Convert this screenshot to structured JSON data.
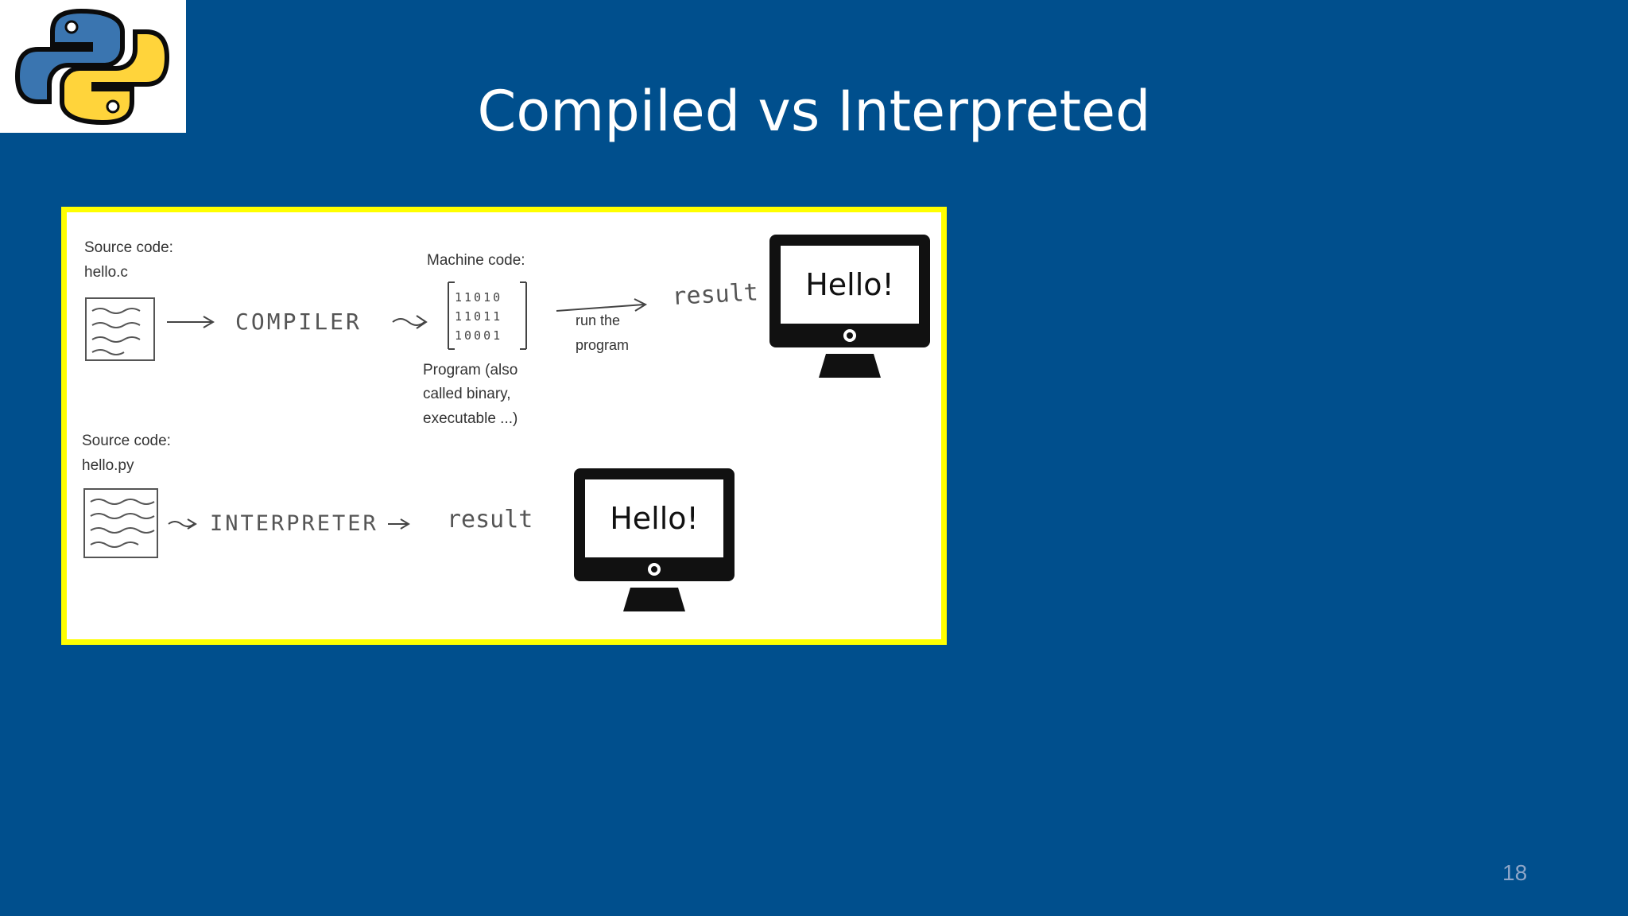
{
  "slide": {
    "title": "Compiled vs Interpreted",
    "page_number": "18"
  },
  "logo": {
    "icon": "python-logo-icon"
  },
  "diagram": {
    "compiled": {
      "source_label_line1": "Source code:",
      "source_label_line2": "hello.c",
      "compiler_label": "COMPILER",
      "machine_code_label": "Machine code:",
      "binary_lines": [
        "11010",
        "11011",
        "10001"
      ],
      "program_note_line1": "Program (also",
      "program_note_line2": "called binary,",
      "program_note_line3": "executable ...)",
      "run_note_line1": "run the",
      "run_note_line2": "program",
      "result_label": "result",
      "screen_text": "Hello!"
    },
    "interpreted": {
      "source_label_line1": "Source code:",
      "source_label_line2": "hello.py",
      "interpreter_label": "INTERPRETER",
      "result_label": "result",
      "screen_text": "Hello!"
    }
  },
  "colors": {
    "background": "#004f8d",
    "frame": "#ffff00",
    "python_blue": "#3a75b0",
    "python_yellow": "#ffd43b"
  }
}
